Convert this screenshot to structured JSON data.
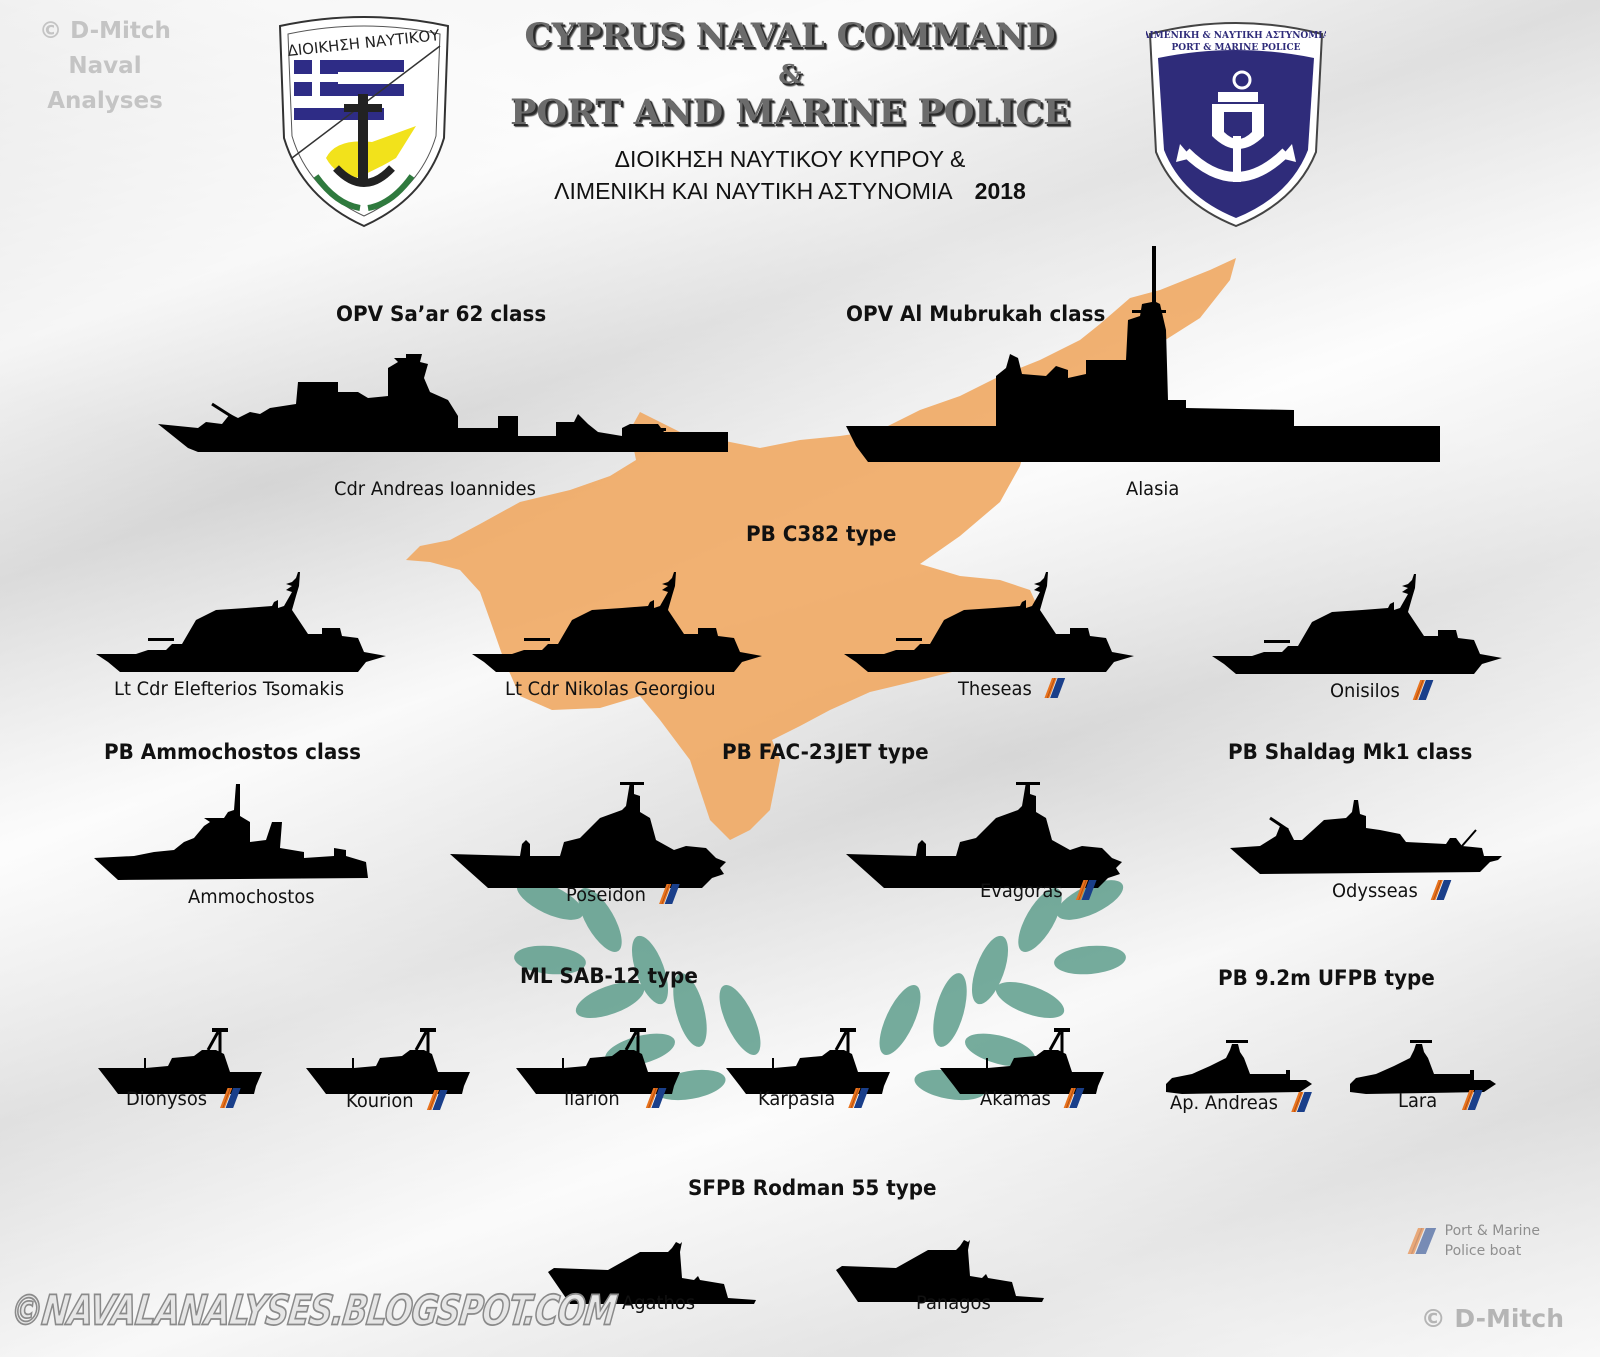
{
  "watermark": {
    "top_left_line1": "© D-Mitch",
    "top_left_line2": "Naval Analyses",
    "bottom_left": "©NAVALANALYSES.BLOGSPOT.COM",
    "bottom_right": "© D-Mitch"
  },
  "header": {
    "title_line1": "CYPRUS NAVAL COMMAND",
    "title_amp": "&",
    "title_line2": "PORT AND MARINE POLICE",
    "greek_line1": "ΔΙΟΙΚΗΣΗ ΝΑΥΤΙΚΟΥ ΚΥΠΡΟΥ &",
    "greek_line2": "ΛΙΜΕΝΙΚΗ ΚΑΙ ΝΑΥΤΙΚΗ ΑΣΤΥΝΟΜΙΑ",
    "year": "2018"
  },
  "emblems": {
    "navy": {
      "text": "ΔΙΟΙΚΗΣΗ ΝΑΥΤΙΚΟΥ",
      "colors": {
        "blue": "#2e2c86",
        "yellow": "#f2e21b",
        "green": "#2f7a3e"
      }
    },
    "police": {
      "text_line1": "ΛΙΜΕΝΙΚΗ & ΝΑΥΤΙΚΗ ΑΣΤΥΝΟΜΙΑ",
      "text_line2": "PORT & MARINE POLICE",
      "colors": {
        "blue": "#2f2c7a"
      }
    }
  },
  "colors": {
    "map_orange": "#f0aa66",
    "olive_green": "#5e9e8c",
    "silhouette": "#000000",
    "stripe_orange": "#e8731e",
    "stripe_blue": "#1a3f8a"
  },
  "classes": [
    {
      "title": "OPV Sa’ar 62 class",
      "ships": [
        {
          "name": "Cdr Andreas Ioannides",
          "police": false
        }
      ]
    },
    {
      "title": "OPV Al Mubrukah class",
      "ships": [
        {
          "name": "Alasia",
          "police": false
        }
      ]
    },
    {
      "title": "PB C382 type",
      "ships": [
        {
          "name": "Lt Cdr Elefterios Tsomakis",
          "police": false
        },
        {
          "name": "Lt Cdr Nikolas Georgiou",
          "police": false
        },
        {
          "name": "Theseas",
          "police": true
        },
        {
          "name": "Onisilos",
          "police": true
        }
      ]
    },
    {
      "title": "PB Ammochostos class",
      "ships": [
        {
          "name": "Ammochostos",
          "police": false
        }
      ]
    },
    {
      "title": "PB FAC-23JET type",
      "ships": [
        {
          "name": "Poseidon",
          "police": true
        },
        {
          "name": "Evagoras",
          "police": true
        }
      ]
    },
    {
      "title": "PB Shaldag Mk1 class",
      "ships": [
        {
          "name": "Odysseas",
          "police": true
        }
      ]
    },
    {
      "title": "ML SAB-12 type",
      "ships": [
        {
          "name": "Dionysos",
          "police": true
        },
        {
          "name": "Kourion",
          "police": true
        },
        {
          "name": "Ilarion",
          "police": true
        },
        {
          "name": "Karpasia",
          "police": true
        },
        {
          "name": "Akamas",
          "police": true
        }
      ]
    },
    {
      "title": "PB 9.2m UFPB type",
      "ships": [
        {
          "name": "Ap. Andreas",
          "police": true
        },
        {
          "name": "Lara",
          "police": true
        }
      ]
    },
    {
      "title": "SFPB Rodman 55 type",
      "ships": [
        {
          "name": "Agathos",
          "police": false
        },
        {
          "name": "Panagos",
          "police": false
        }
      ]
    }
  ],
  "legend": {
    "line1": "Port & Marine",
    "line2": "Police boat"
  }
}
